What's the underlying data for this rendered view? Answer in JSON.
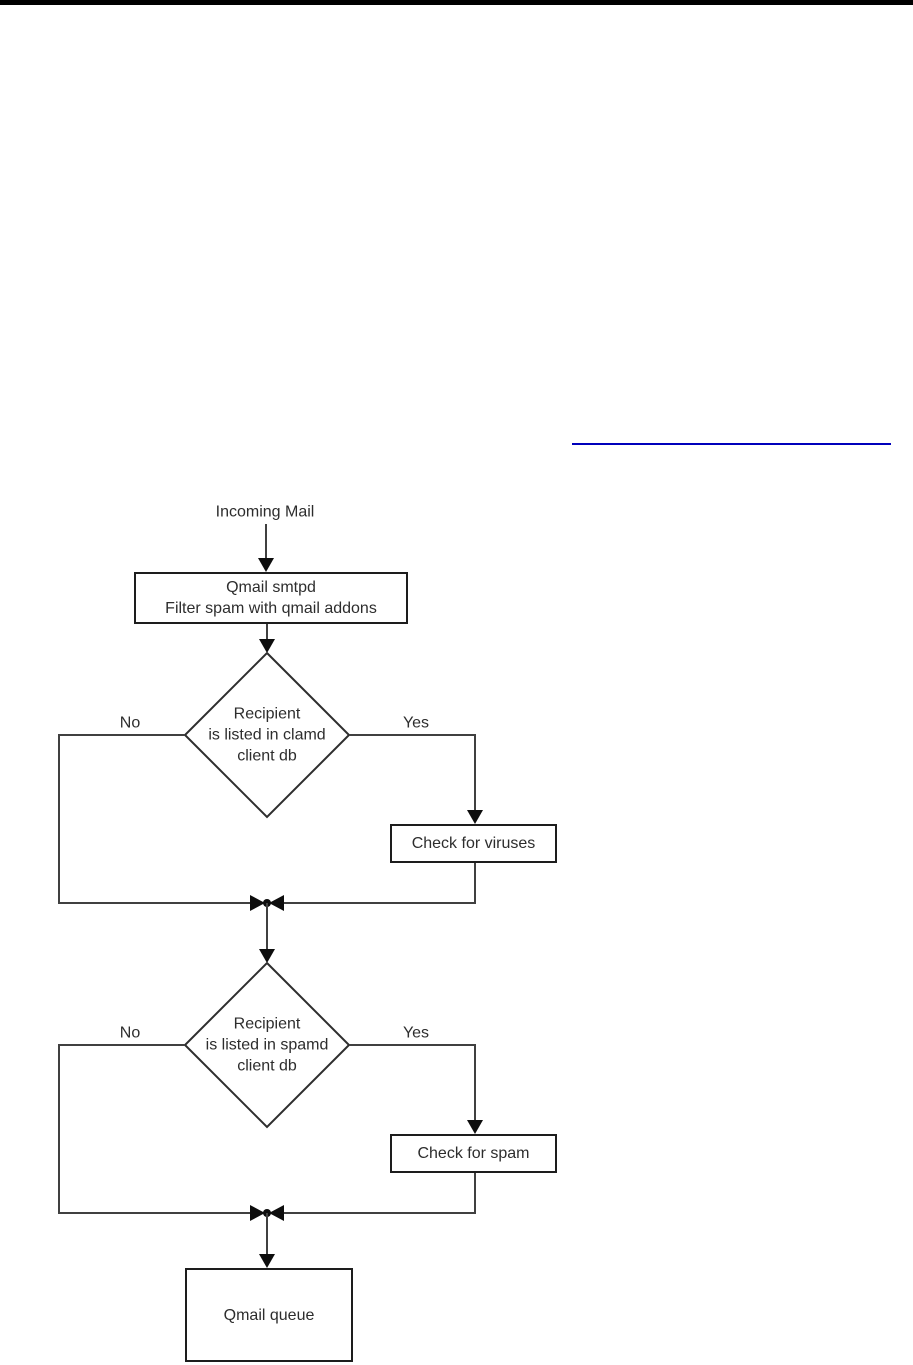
{
  "page": {
    "divider_color": "#0000bb"
  },
  "flowchart": {
    "start_label": "Incoming Mail",
    "nodes": {
      "smtpd": {
        "label": "Qmail smtpd\nFilter spam with qmail addons"
      },
      "clamd_decision": {
        "label": "Recipient\nis listed in clamd\nclient db"
      },
      "check_viruses": {
        "label": "Check for viruses"
      },
      "spamd_decision": {
        "label": "Recipient\nis listed in spamd\nclient db"
      },
      "check_spam": {
        "label": "Check for spam"
      },
      "queue": {
        "label": "Qmail queue"
      }
    },
    "edge_labels": {
      "clamd_no": "No",
      "clamd_yes": "Yes",
      "spamd_no": "No",
      "spamd_yes": "Yes"
    }
  }
}
